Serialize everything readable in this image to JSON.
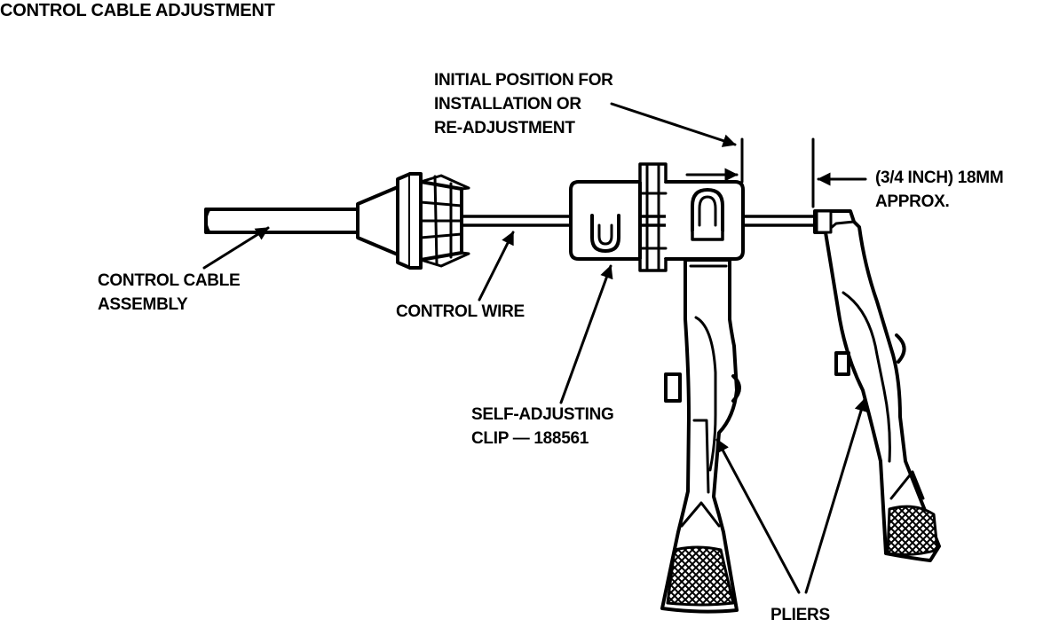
{
  "title": "CONTROL CABLE ADJUSTMENT",
  "labels": {
    "initial_position": [
      "INITIAL POSITION FOR",
      "INSTALLATION OR",
      "RE-ADJUSTMENT"
    ],
    "measurement": [
      "(3/4 INCH) 18MM",
      "APPROX."
    ],
    "control_cable_assembly": [
      "CONTROL CABLE",
      "ASSEMBLY"
    ],
    "control_wire": "CONTROL WIRE",
    "self_adjusting_clip": [
      "SELF-ADJUSTING",
      "CLIP — 188561"
    ],
    "pliers": "PLIERS"
  }
}
